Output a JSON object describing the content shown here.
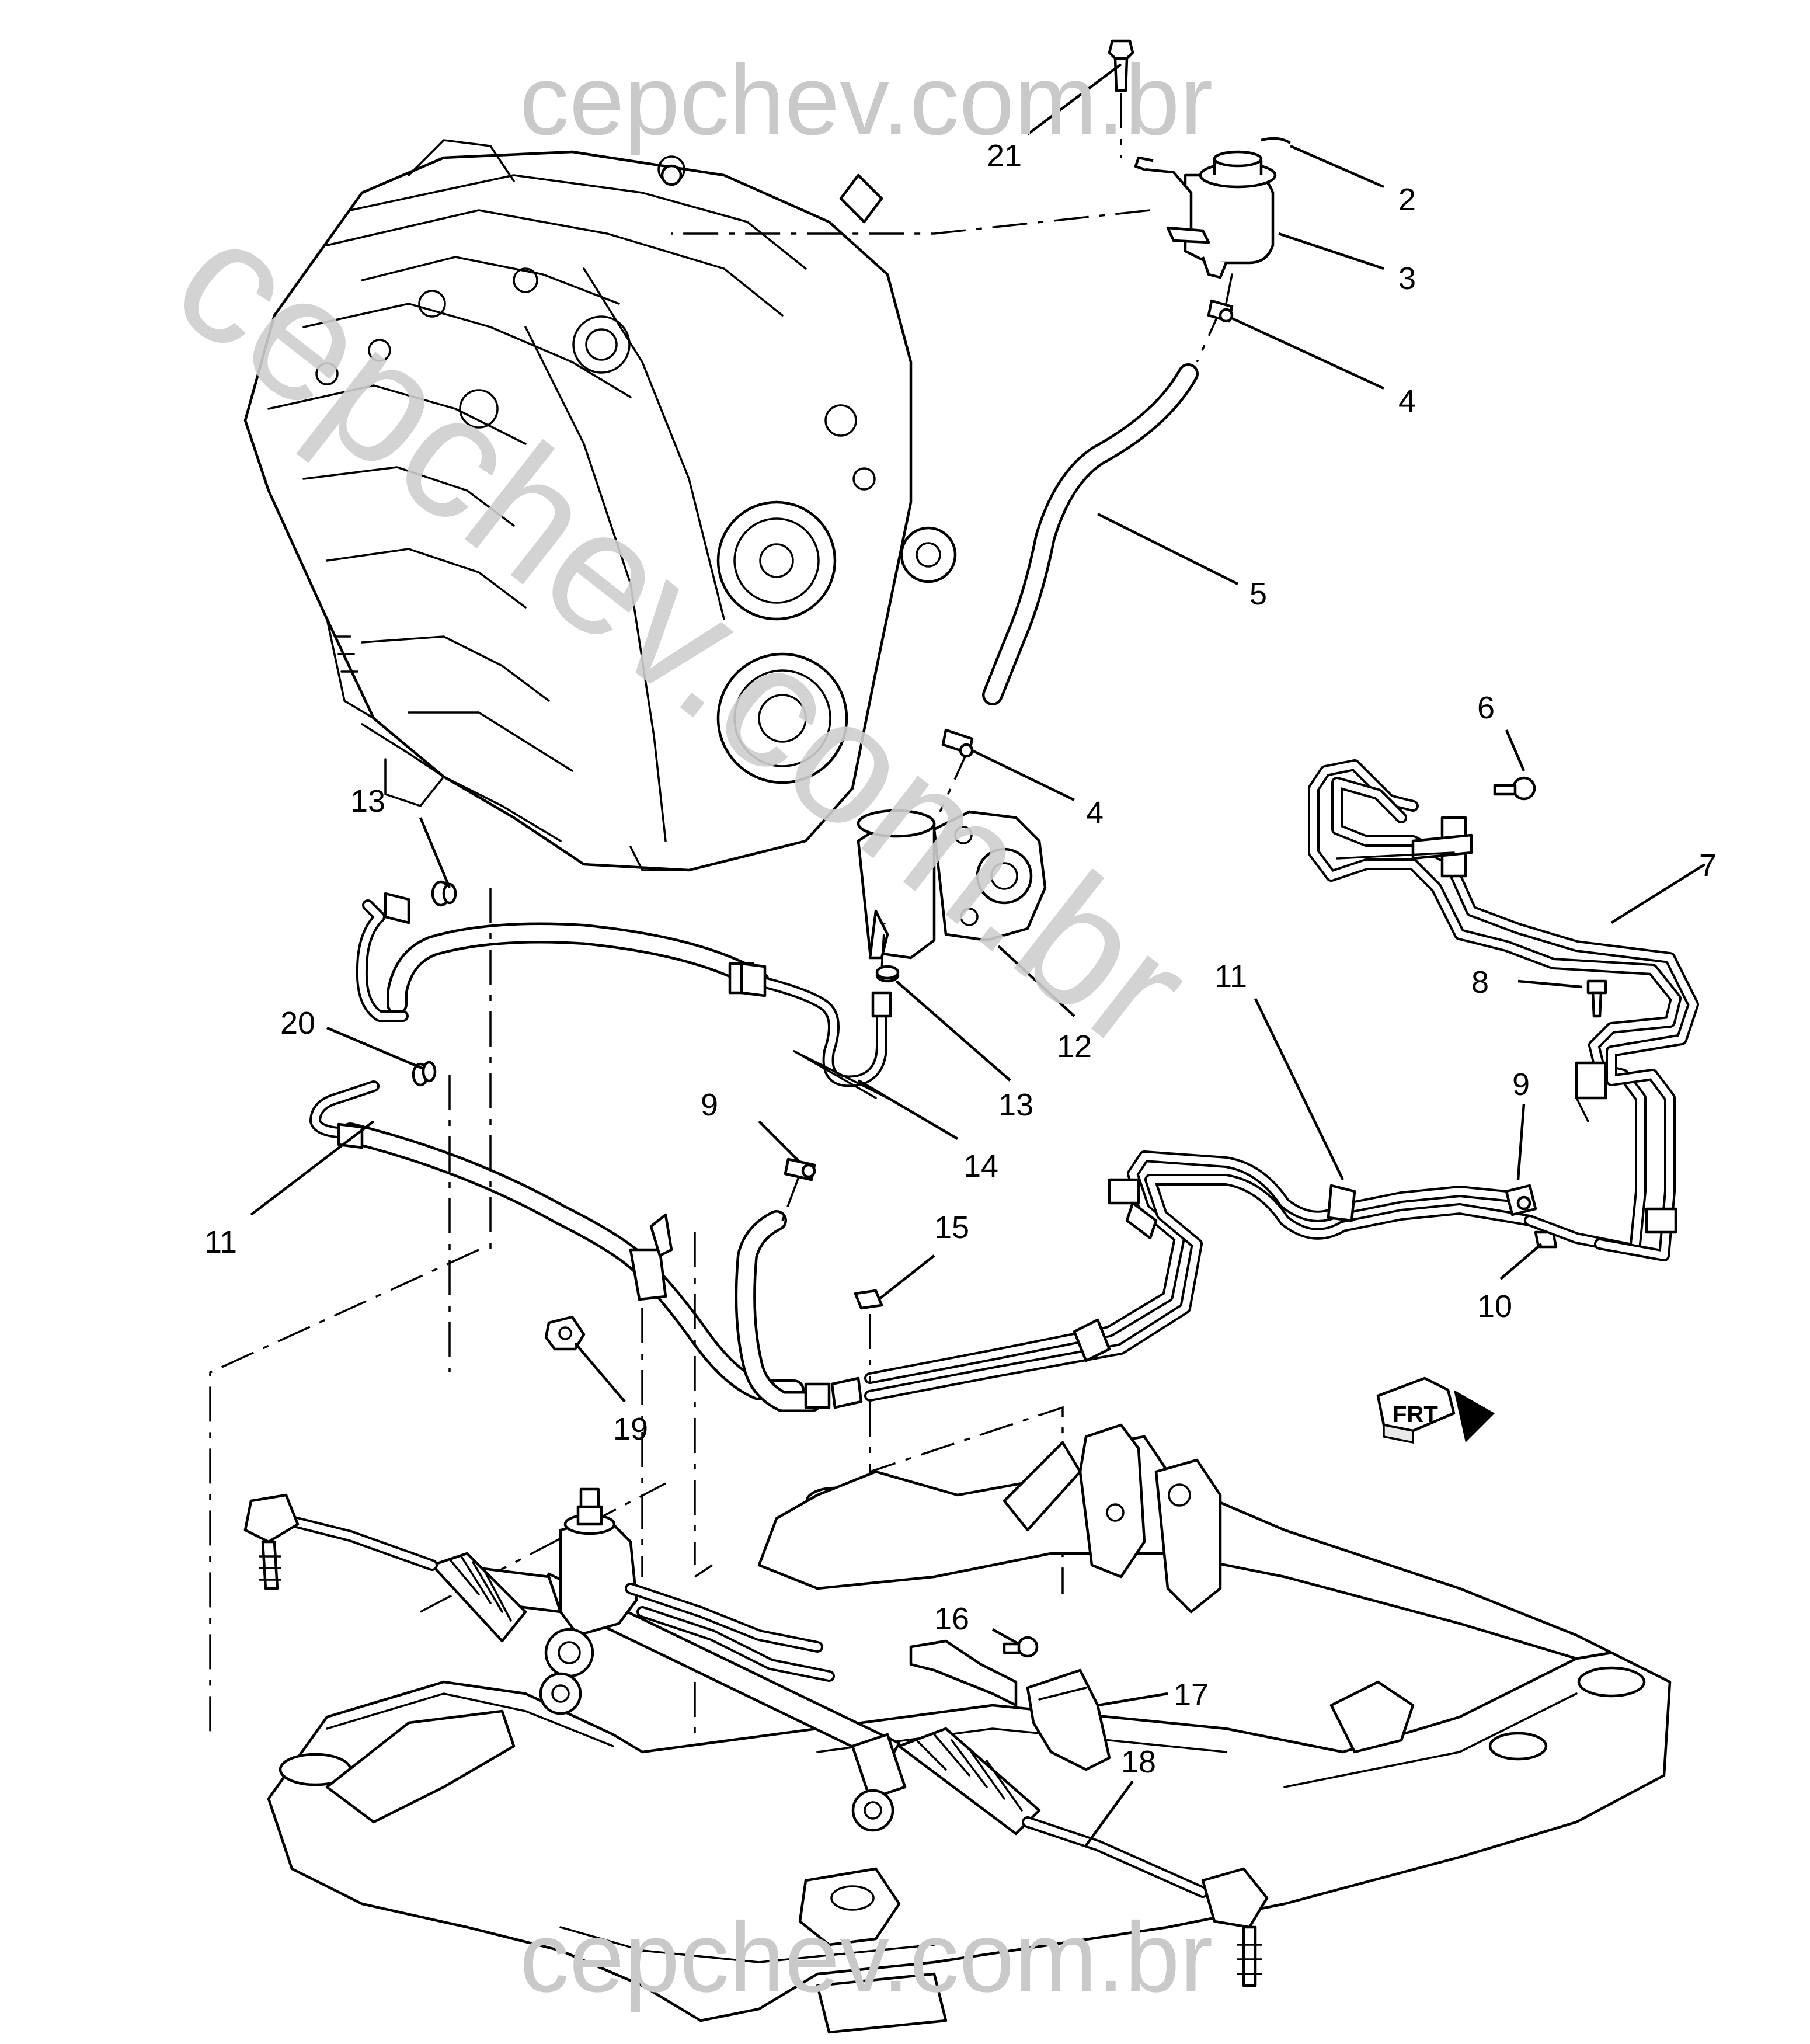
{
  "watermark": {
    "top": "cepchev.com.br",
    "bottom": "cepchev.com.br",
    "diagonal": "cepchev.com.br"
  },
  "callouts": [
    {
      "num": "21",
      "part": "bolt"
    },
    {
      "num": "2",
      "part": "reservoir-cap"
    },
    {
      "num": "3",
      "part": "reservoir"
    },
    {
      "num": "4",
      "part": "hose-clamp-upper"
    },
    {
      "num": "5",
      "part": "reservoir-hose"
    },
    {
      "num": "4",
      "part": "hose-clamp-lower"
    },
    {
      "num": "6",
      "part": "bolt"
    },
    {
      "num": "7",
      "part": "cooler-pipe"
    },
    {
      "num": "8",
      "part": "bolt"
    },
    {
      "num": "9",
      "part": "clamp-right"
    },
    {
      "num": "10",
      "part": "clip"
    },
    {
      "num": "11",
      "part": "return-pipe-right"
    },
    {
      "num": "12",
      "part": "power-steering-pump"
    },
    {
      "num": "13",
      "part": "seal-upper"
    },
    {
      "num": "13",
      "part": "seal-pump"
    },
    {
      "num": "14",
      "part": "pressure-hose"
    },
    {
      "num": "20",
      "part": "seal"
    },
    {
      "num": "11",
      "part": "return-pipe-left"
    },
    {
      "num": "9",
      "part": "clamp-left"
    },
    {
      "num": "15",
      "part": "nut"
    },
    {
      "num": "19",
      "part": "nut"
    },
    {
      "num": "16",
      "part": "bolt"
    },
    {
      "num": "17",
      "part": "heat-shield"
    },
    {
      "num": "18",
      "part": "steering-gear"
    }
  ],
  "direction_indicator": {
    "label": "FRT"
  }
}
